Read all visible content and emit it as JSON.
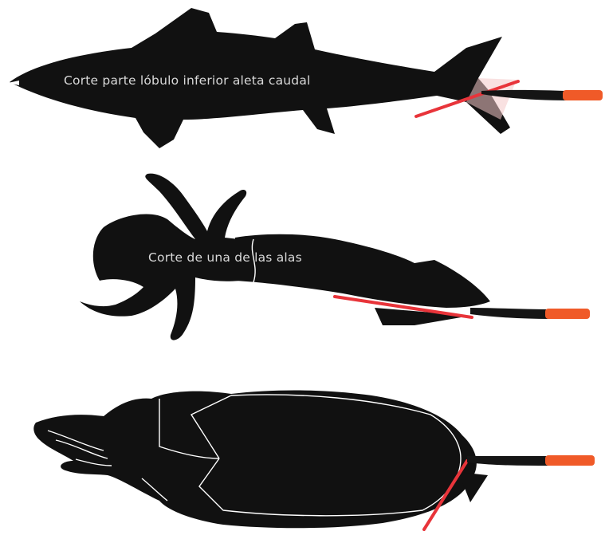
{
  "colors": {
    "background": "#ffffff",
    "silhouette": "#111111",
    "label": "#d9d9d9",
    "cut_line": "#e8343a",
    "tag_body": "#151515",
    "tag_tip": "#f05a28"
  },
  "panels": [
    {
      "id": "fish",
      "label": "Corte parte lóbulo inferior aleta caudal"
    },
    {
      "id": "squid",
      "label": "Corte de una de las alas"
    },
    {
      "id": "cuttlefish",
      "label": ""
    }
  ]
}
